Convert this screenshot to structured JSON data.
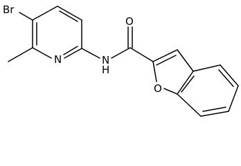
{
  "atoms": {
    "br": "Br",
    "n_ring": "N",
    "nh": "N",
    "h": "H",
    "o_carbonyl": "O",
    "o_furan": "O"
  },
  "colors": {
    "bond": "#000000",
    "background": "#ffffff"
  }
}
